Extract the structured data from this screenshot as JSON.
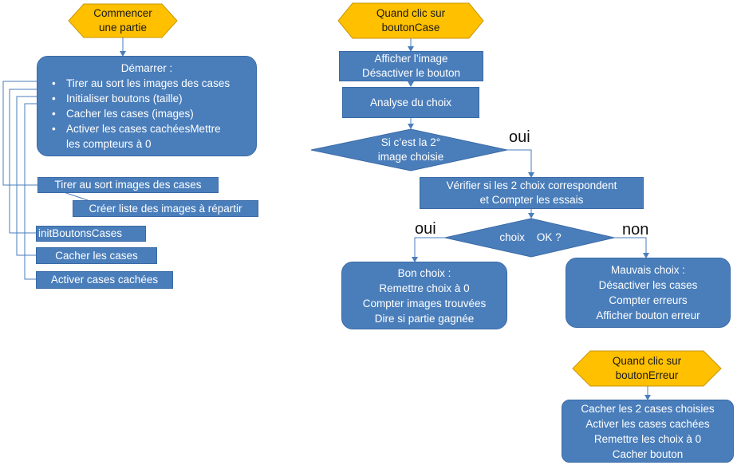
{
  "start_left": [
    "Commencer",
    "une partie"
  ],
  "start_mid": [
    "Quand clic sur",
    "boutonCase"
  ],
  "start_right": [
    "Quand clic sur",
    "boutonErreur"
  ],
  "demarrer": {
    "title": "Démarrer :",
    "items": [
      "Tirer au sort les images des cases",
      "Initialiser boutons  (taille)",
      "Cacher les cases (images)",
      "Activer les cases cachéesMettre",
      "les compteurs  à 0"
    ]
  },
  "sub_boxes": {
    "tirer": "Tirer au sort images des cases",
    "creer": "Créer liste des images à répartir",
    "init": "initBoutonsCases",
    "cacher": "Cacher les cases",
    "activer": "Activer cases cachées"
  },
  "afficher": [
    "Afficher l’image",
    "Désactiver le bouton"
  ],
  "analyse": "Analyse du choix",
  "decision1": [
    "Si c’est la 2°",
    "image choisie"
  ],
  "oui1": "oui",
  "verifier": [
    "Vérifier si  les  2 choix  correspondent",
    "et Compter les essais"
  ],
  "decision2": "choix    OK ?",
  "oui2": "oui",
  "non": "non",
  "bon_choix": [
    "Bon choix :",
    "Remettre  choix à 0",
    "Compter images trouvées",
    "Dire si partie gagnée"
  ],
  "mauvais_choix": [
    "Mauvais choix :",
    "Désactiver les cases",
    "Compter  erreurs",
    "Afficher bouton  erreur"
  ],
  "erreur_box": [
    "Cacher les 2 cases  choisies",
    "Activer les cases cachées",
    "Remettre  les choix à 0",
    "Cacher bouton"
  ]
}
